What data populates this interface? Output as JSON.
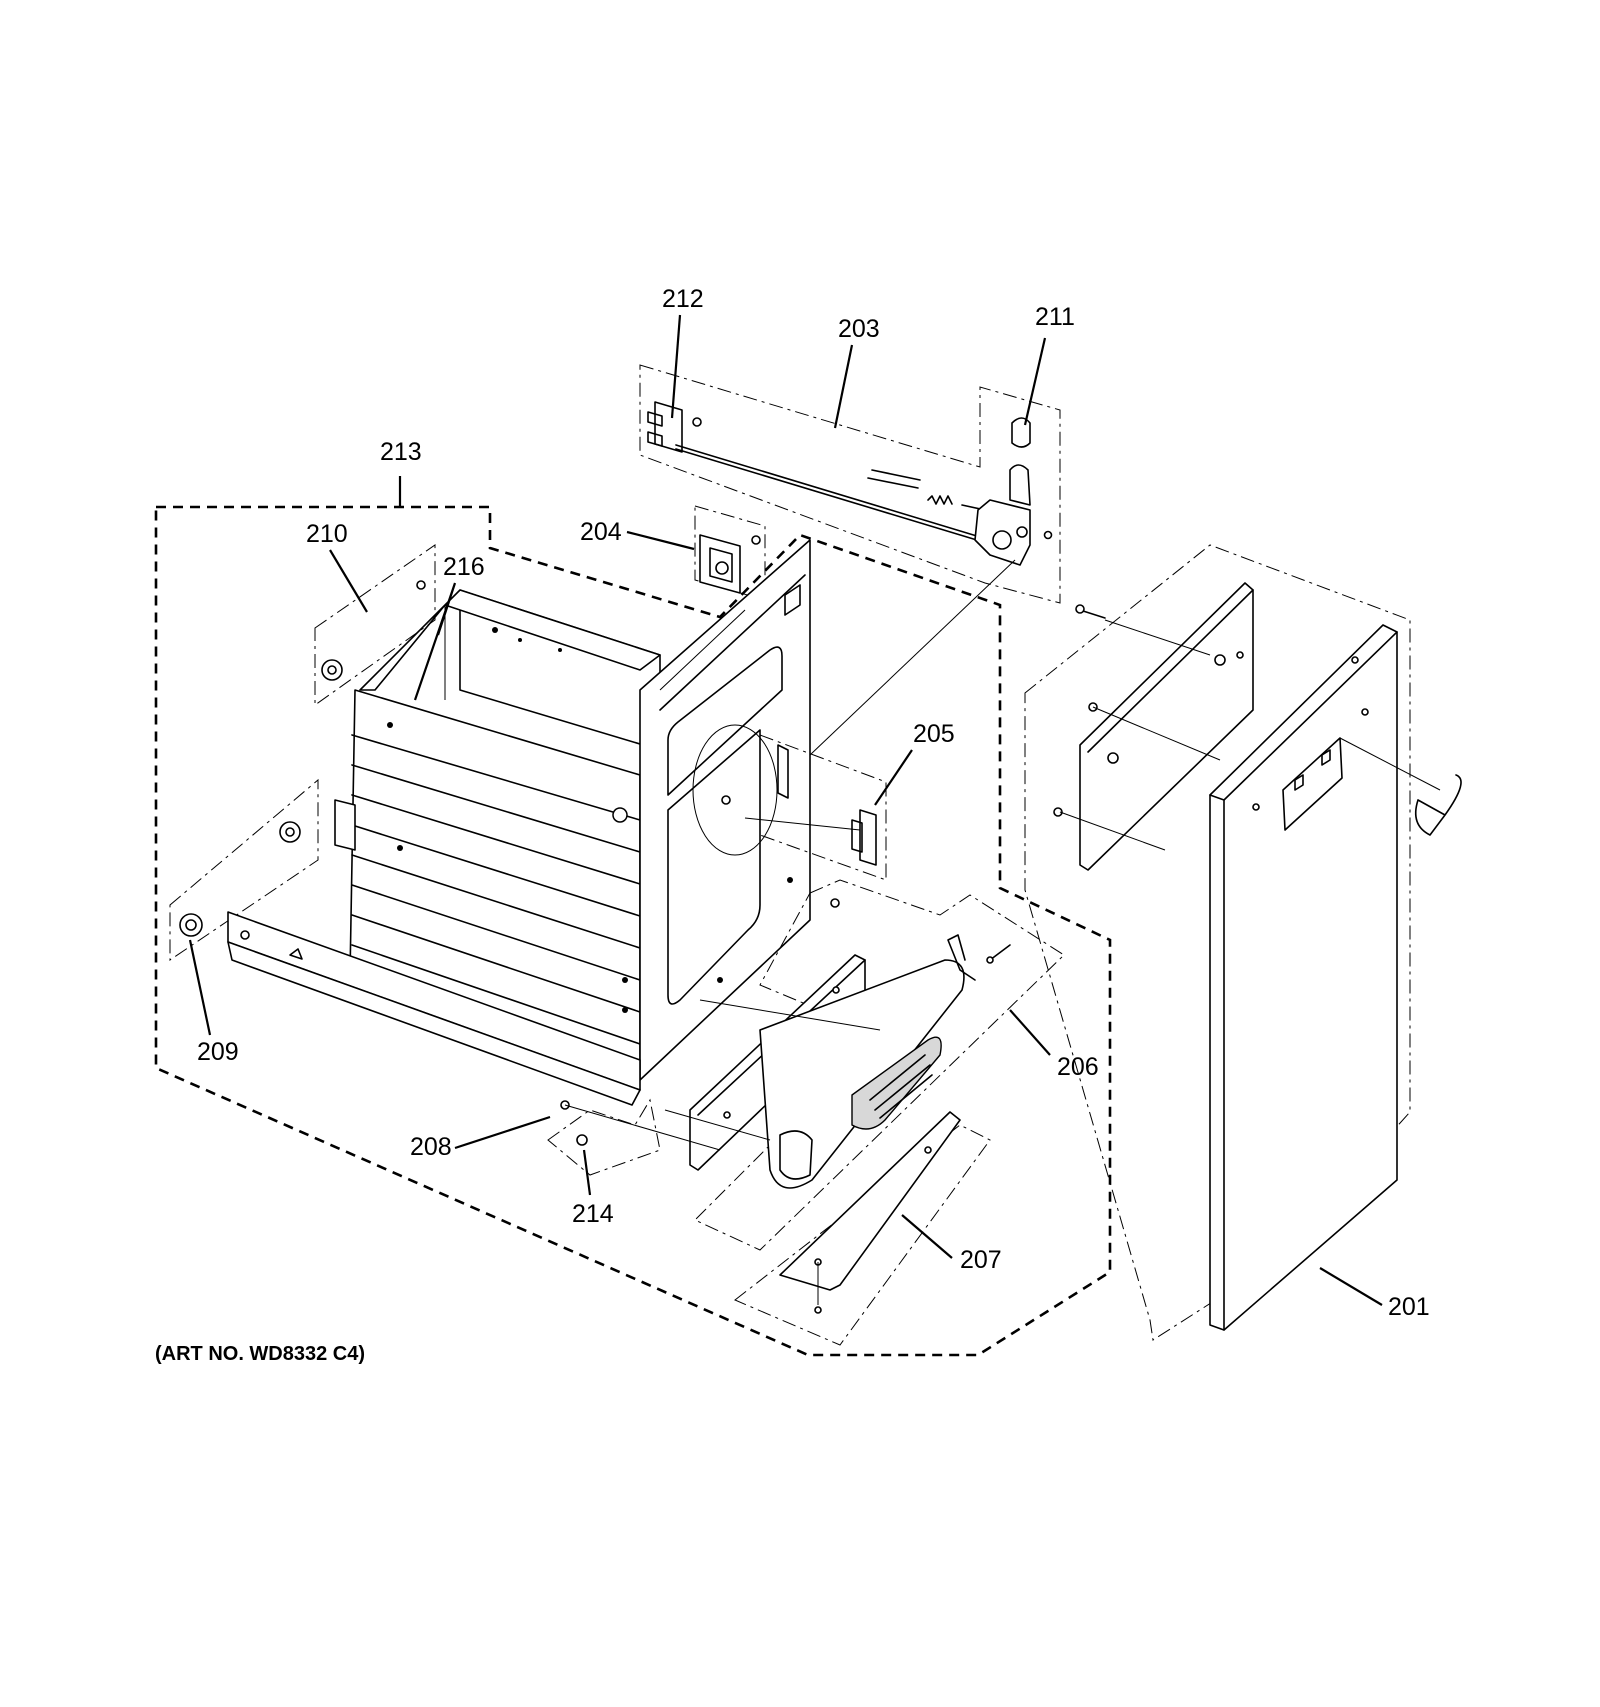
{
  "diagram": {
    "art_number": "(ART NO. WD8332 C4)",
    "callouts": [
      {
        "id": "c201",
        "label": "201"
      },
      {
        "id": "c203",
        "label": "203"
      },
      {
        "id": "c204",
        "label": "204"
      },
      {
        "id": "c205",
        "label": "205"
      },
      {
        "id": "c206",
        "label": "206"
      },
      {
        "id": "c207",
        "label": "207"
      },
      {
        "id": "c208",
        "label": "208"
      },
      {
        "id": "c209",
        "label": "209"
      },
      {
        "id": "c210",
        "label": "210"
      },
      {
        "id": "c211",
        "label": "211"
      },
      {
        "id": "c212",
        "label": "212"
      },
      {
        "id": "c213",
        "label": "213"
      },
      {
        "id": "c214",
        "label": "214"
      },
      {
        "id": "c216",
        "label": "216"
      }
    ]
  }
}
